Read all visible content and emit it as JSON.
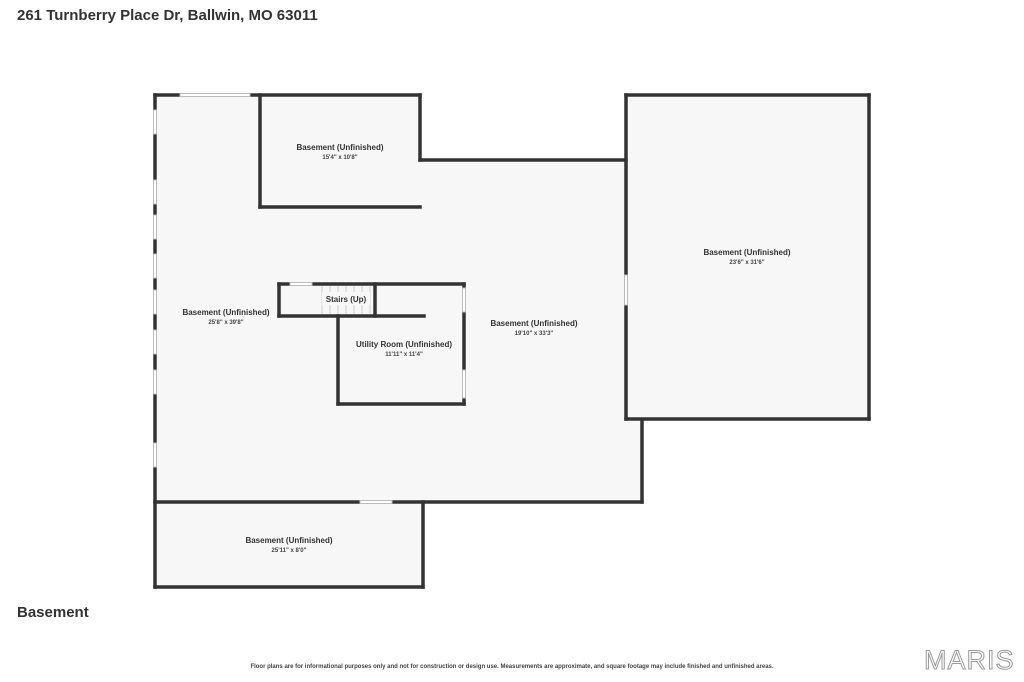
{
  "header": {
    "address": "261 Turnberry Place Dr, Ballwin, MO 63011"
  },
  "floor": {
    "label": "Basement"
  },
  "rooms": [
    {
      "name": "Basement (Unfinished)",
      "dims": "15'4\" x 10'8\""
    },
    {
      "name": "Basement (Unfinished)",
      "dims": "25'8\" x 39'8\""
    },
    {
      "name": "Basement (Unfinished)",
      "dims": "19'10\" x 33'3\""
    },
    {
      "name": "Utility Room (Unfinished)",
      "dims": "11'11\" x 11'4\""
    },
    {
      "name": "Basement (Unfinished)",
      "dims": "23'6\" x 31'6\""
    },
    {
      "name": "Basement (Unfinished)",
      "dims": "25'11\" x 8'0\""
    }
  ],
  "stairs": {
    "label": "Stairs (Up)"
  },
  "footer": {
    "disclaimer": "Floor plans are for informational purposes only and not for construction or design use. Measurements are approximate, and square footage may include finished and unfinished areas.",
    "logo": "MARIS"
  },
  "colors": {
    "wall": "#333333",
    "floor": "#f7f7f7",
    "window": "#bbbbbb"
  }
}
